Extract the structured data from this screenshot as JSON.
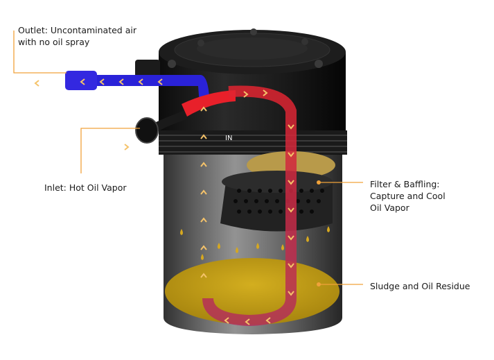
{
  "labels": {
    "outlet_line1": "Outlet: Uncontaminated air",
    "outlet_line2": "with no oil spray",
    "inlet": "Inlet: Hot Oil Vapor",
    "filter_line1": "Filter & Baffling:",
    "filter_line2": "Capture and Cool",
    "filter_line3": "Oil Vapor",
    "sludge": "Sludge and Oil Residue",
    "in_marker": "IN"
  },
  "colors": {
    "leader": "#f0a23a",
    "outlet_flow": "#2a22d8",
    "inlet_flow": "#e8202a",
    "oil": "#c9a317",
    "body": "#141414",
    "arrow": "#f5c36a"
  }
}
